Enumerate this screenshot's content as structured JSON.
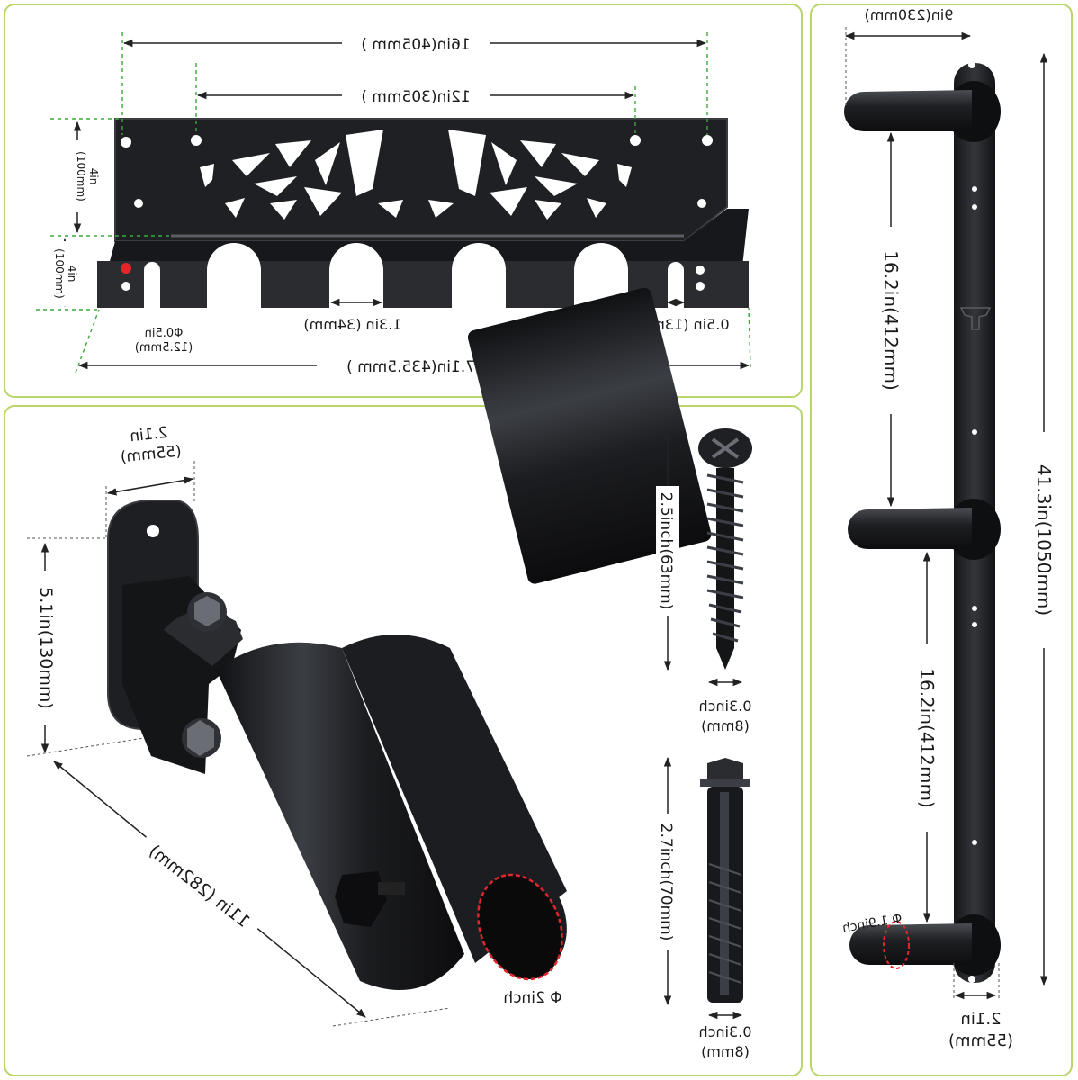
{
  "colors": {
    "metal": "#1d1e21",
    "metal_edge": "#3a3c40",
    "highlight": "#5a5d63",
    "dim_line": "#222222",
    "guide": "#3aa83a",
    "accent_red": "#e2262b",
    "panel_border": "#b9d66a"
  },
  "rack": {
    "width_total": "16in(405mm )",
    "width_inner": "12in(305mm )",
    "height_back_in": "4in",
    "height_back_mm": "(100mm)",
    "height_base_in": "4in",
    "height_base_mm": "(100mm)",
    "hole_dia_in": "Φ0.5in",
    "hole_dia_mm": "(12.5mm)",
    "slot_width": "1.3in (34mm)",
    "edge_slot_width": "0.5in (13mm)",
    "length_total": "17.1in(435.5mm )"
  },
  "wall_bar": {
    "top_width": "9in(230mm)",
    "spacing_upper": "16.2in(412mm)",
    "spacing_lower": "16.2in(412mm)",
    "total_height": "41.3in(1050mm)",
    "peg_dia": "Φ 1.9inch",
    "base_width_in": "2.1in",
    "base_width_mm": "(55mm)"
  },
  "post": {
    "plate_width_in": "2.1in",
    "plate_width_mm": "(55mm)",
    "plate_height": "5.1in(130mm)",
    "tube_length": "11in (282mm)",
    "tube_dia": "Φ 2inch"
  },
  "screw": {
    "length": "2.5inch(63mm)",
    "dia_in": "0.3inch",
    "dia_mm": "(8mm)"
  },
  "anchor": {
    "length": "2.7inch(70mm)",
    "dia_in": "0.3inch",
    "dia_mm": "(8mm)"
  }
}
